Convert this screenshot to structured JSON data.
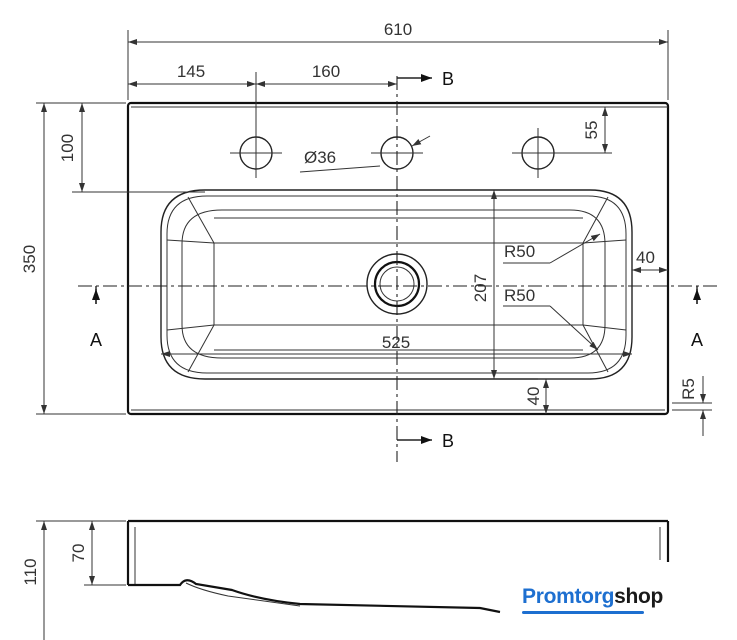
{
  "dimensions": {
    "overall_width": "610",
    "tap_offset": "145",
    "tap_spacing": "160",
    "hole_diameter": "Ø36",
    "hole_offset": "55",
    "depth_to_bowl": "100",
    "overall_depth": "350",
    "bowl_depth": "207",
    "bowl_width": "525",
    "radius_upper": "R50",
    "radius_lower": "R50",
    "side_margin": "40",
    "front_margin": "40",
    "edge_radius": "R5",
    "total_height": "110",
    "rim_height": "70"
  },
  "sections": {
    "a_left": "A",
    "a_right": "A",
    "b_top": "B",
    "b_bottom": "B"
  },
  "brand": {
    "part1": "Promtorg",
    "part2": "shop",
    "color": "#1d6fd0"
  }
}
